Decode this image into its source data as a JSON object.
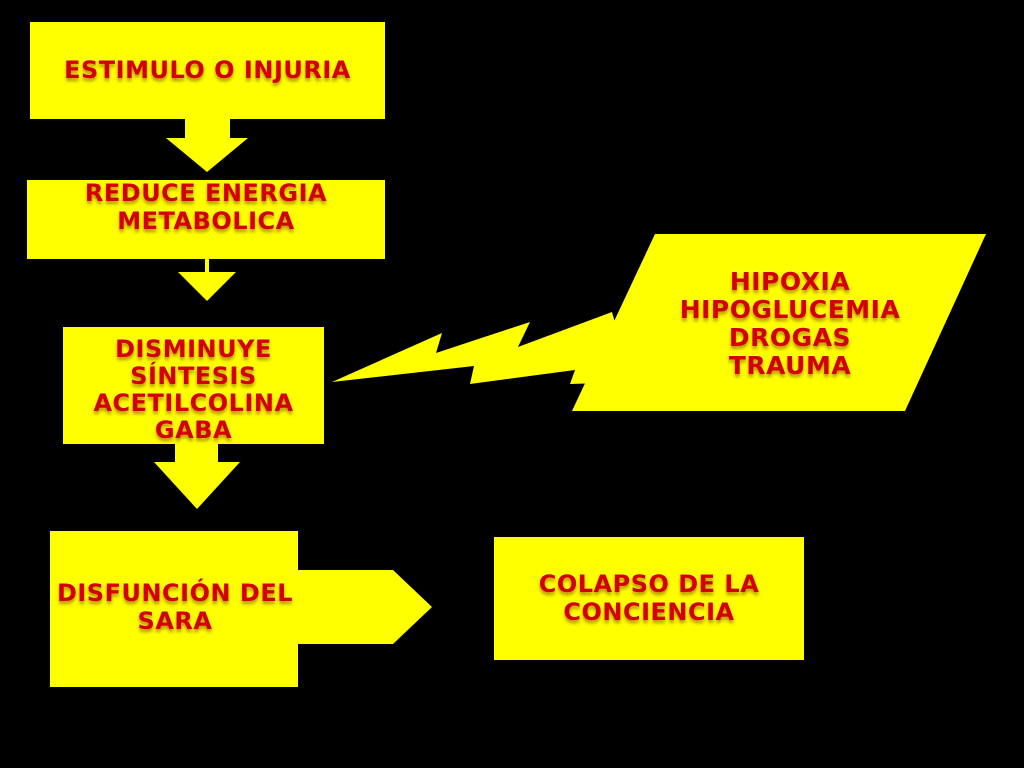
{
  "colors": {
    "background": "#000000",
    "box_fill": "#ffff00",
    "text": "#d40000"
  },
  "boxes": {
    "estimulo": {
      "lines": [
        "ESTIMULO O INJURIA"
      ]
    },
    "reduce": {
      "lines": [
        "REDUCE ENERGIA",
        "METABOLICA"
      ]
    },
    "disminuye": {
      "lines": [
        "DISMINUYE",
        "SÍNTESIS",
        "ACETILCOLINA",
        "GABA"
      ]
    },
    "causas": {
      "lines": [
        "HIPOXIA",
        "HIPOGLUCEMIA",
        "DROGAS",
        "TRAUMA"
      ]
    },
    "disfuncion": {
      "lines": [
        "DISFUNCIÓN DEL",
        "SARA"
      ]
    },
    "colapso": {
      "lines": [
        "COLAPSO DE LA",
        "CONCIENCIA"
      ]
    }
  }
}
